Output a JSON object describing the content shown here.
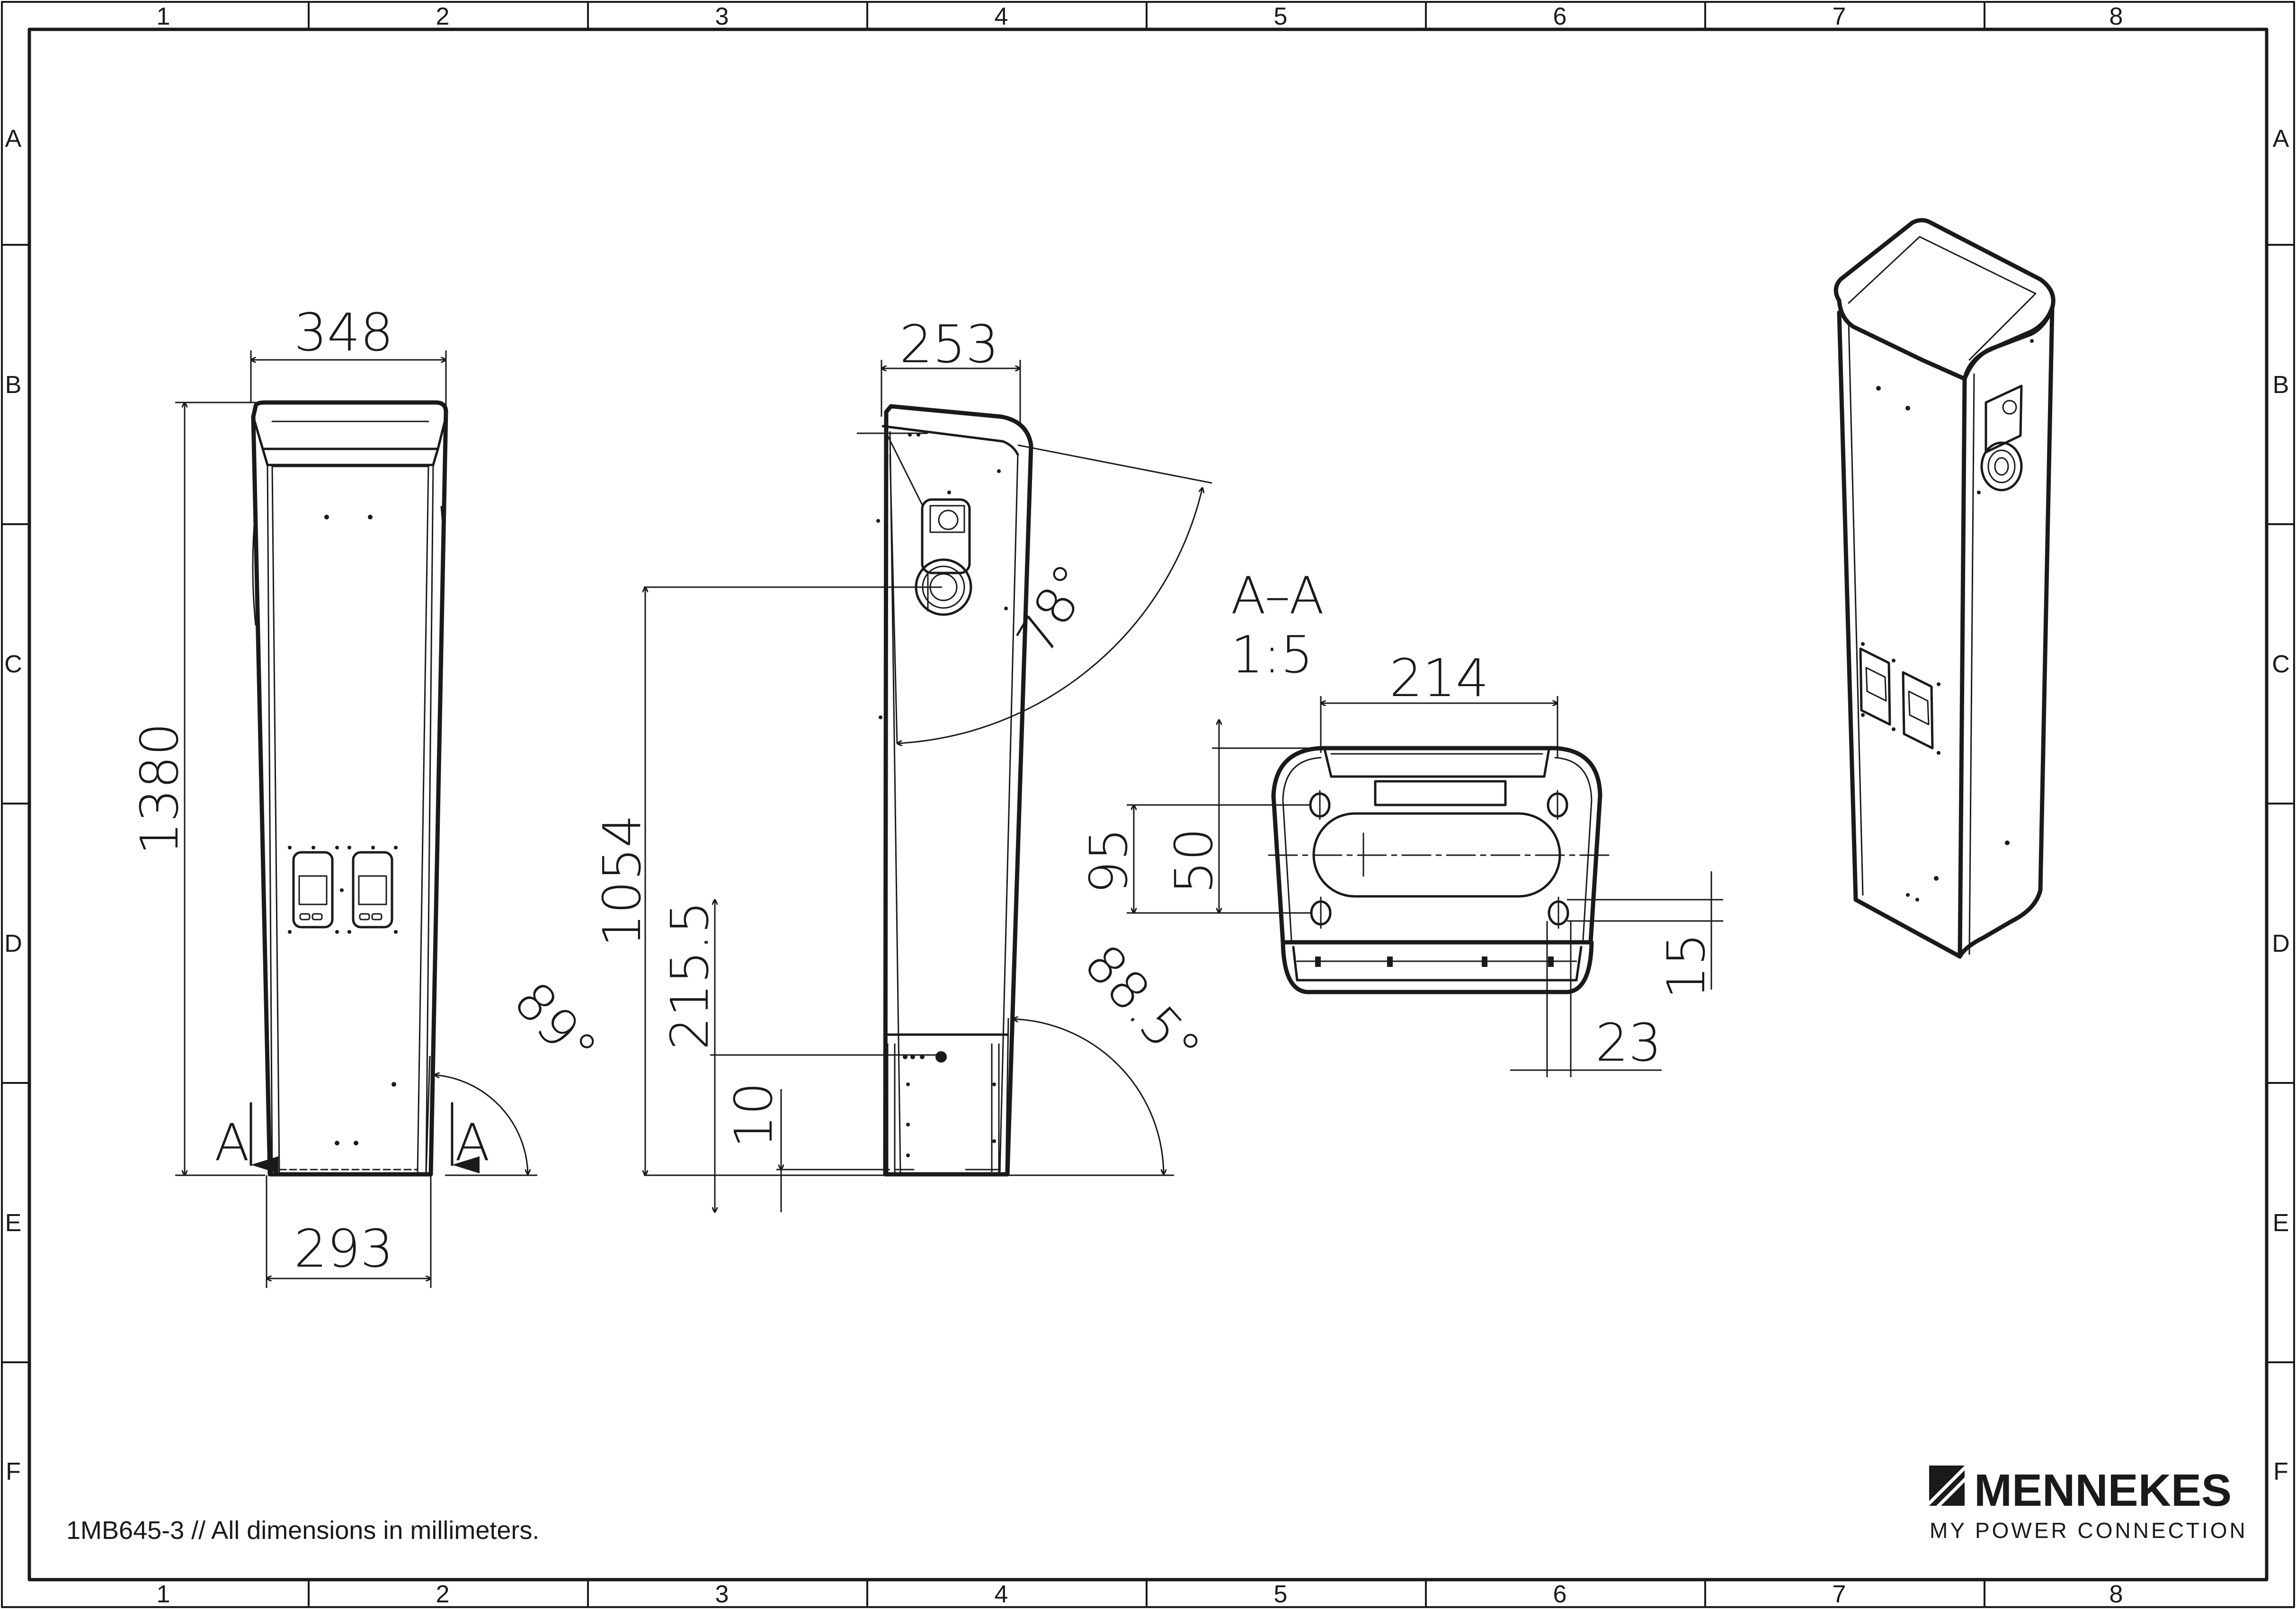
{
  "frame": {
    "columns": [
      "1",
      "2",
      "3",
      "4",
      "5",
      "6",
      "7",
      "8"
    ],
    "rows": [
      "A",
      "B",
      "C",
      "D",
      "E",
      "F"
    ]
  },
  "front_view": {
    "width_top": "348",
    "width_bottom": "293",
    "height": "1380",
    "angle": "89°",
    "section_left": "A",
    "section_right": "A"
  },
  "side_view": {
    "depth_top": "253",
    "socket_height": "1054",
    "base_height": "215.5",
    "plinth": "10",
    "top_angle": "78°",
    "base_angle": "88.5°"
  },
  "section": {
    "title": "A–A",
    "scale": "1:5",
    "width": "214",
    "outer": "95",
    "inner": "50",
    "lip": "15",
    "offset": "23"
  },
  "footer": {
    "note": "1MB645-3 // All dimensions in millimeters.",
    "brand": "MENNEKES",
    "tagline": "MY POWER CONNECTION"
  }
}
